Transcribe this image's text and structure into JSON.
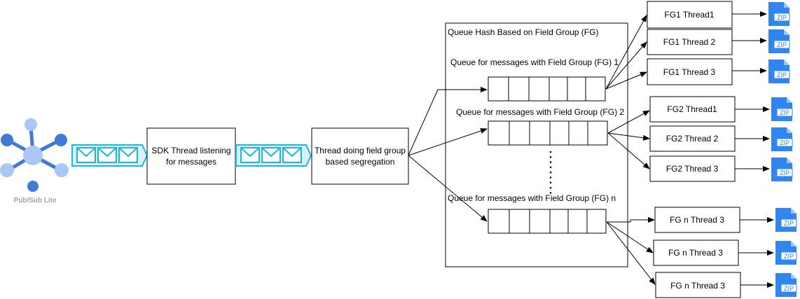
{
  "pubsub": {
    "label": "Pub/Sub Lite",
    "icon": "pubsub-lite-icon",
    "color_dark": "#3f7bd6",
    "color_light": "#a9c8f5",
    "label_color": "#a3a3a3"
  },
  "sdk_thread": {
    "line1": "SDK Thread listening",
    "line2": "for messages"
  },
  "segregation_thread": {
    "line1": "Thread doing field group",
    "line2": "based segregation"
  },
  "queue_hash": {
    "title": "Queue Hash Based on Field Group (FG)",
    "ellipsis_dots": 9
  },
  "queues": [
    {
      "label": "Queue for messages with Field Group (FG) 1",
      "threads": [
        "FG1 Thread1",
        "FG1 Thread 2",
        "FG1 Thread 3"
      ]
    },
    {
      "label": "Queue for messages with Field Group (FG) 2",
      "threads": [
        "FG2 Thread1",
        "FG2 Thread 2",
        "FG2 Thread 3"
      ]
    },
    {
      "label": "Queue for messages with Field Group (FG) n",
      "threads": [
        "FG n Thread 3",
        "FG n Thread 3",
        "FG n Thread 3"
      ]
    }
  ],
  "zip": {
    "label": "ZIP",
    "icon": "zip-file-icon",
    "color": "#2f86f0"
  },
  "message_icon": {
    "icon": "envelope-icon",
    "stroke": "#19b8e0",
    "fill": "#d9f1fb"
  }
}
